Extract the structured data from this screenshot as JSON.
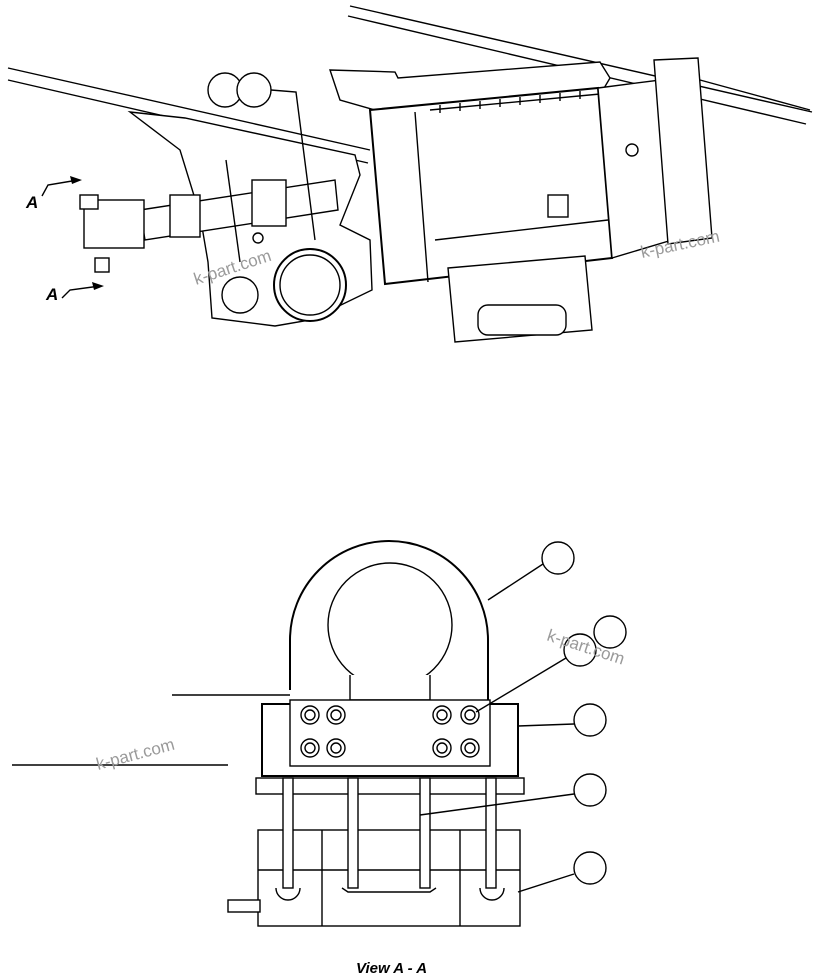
{
  "section_arrows": {
    "upper_label": "A",
    "lower_label": "A"
  },
  "watermarks": [
    "k-part.com",
    "k-part.com",
    "k-part.com",
    "k-part.com"
  ],
  "view_caption": "View A - A",
  "callouts": {
    "top_view_count": 2,
    "section_view_count": 6
  }
}
